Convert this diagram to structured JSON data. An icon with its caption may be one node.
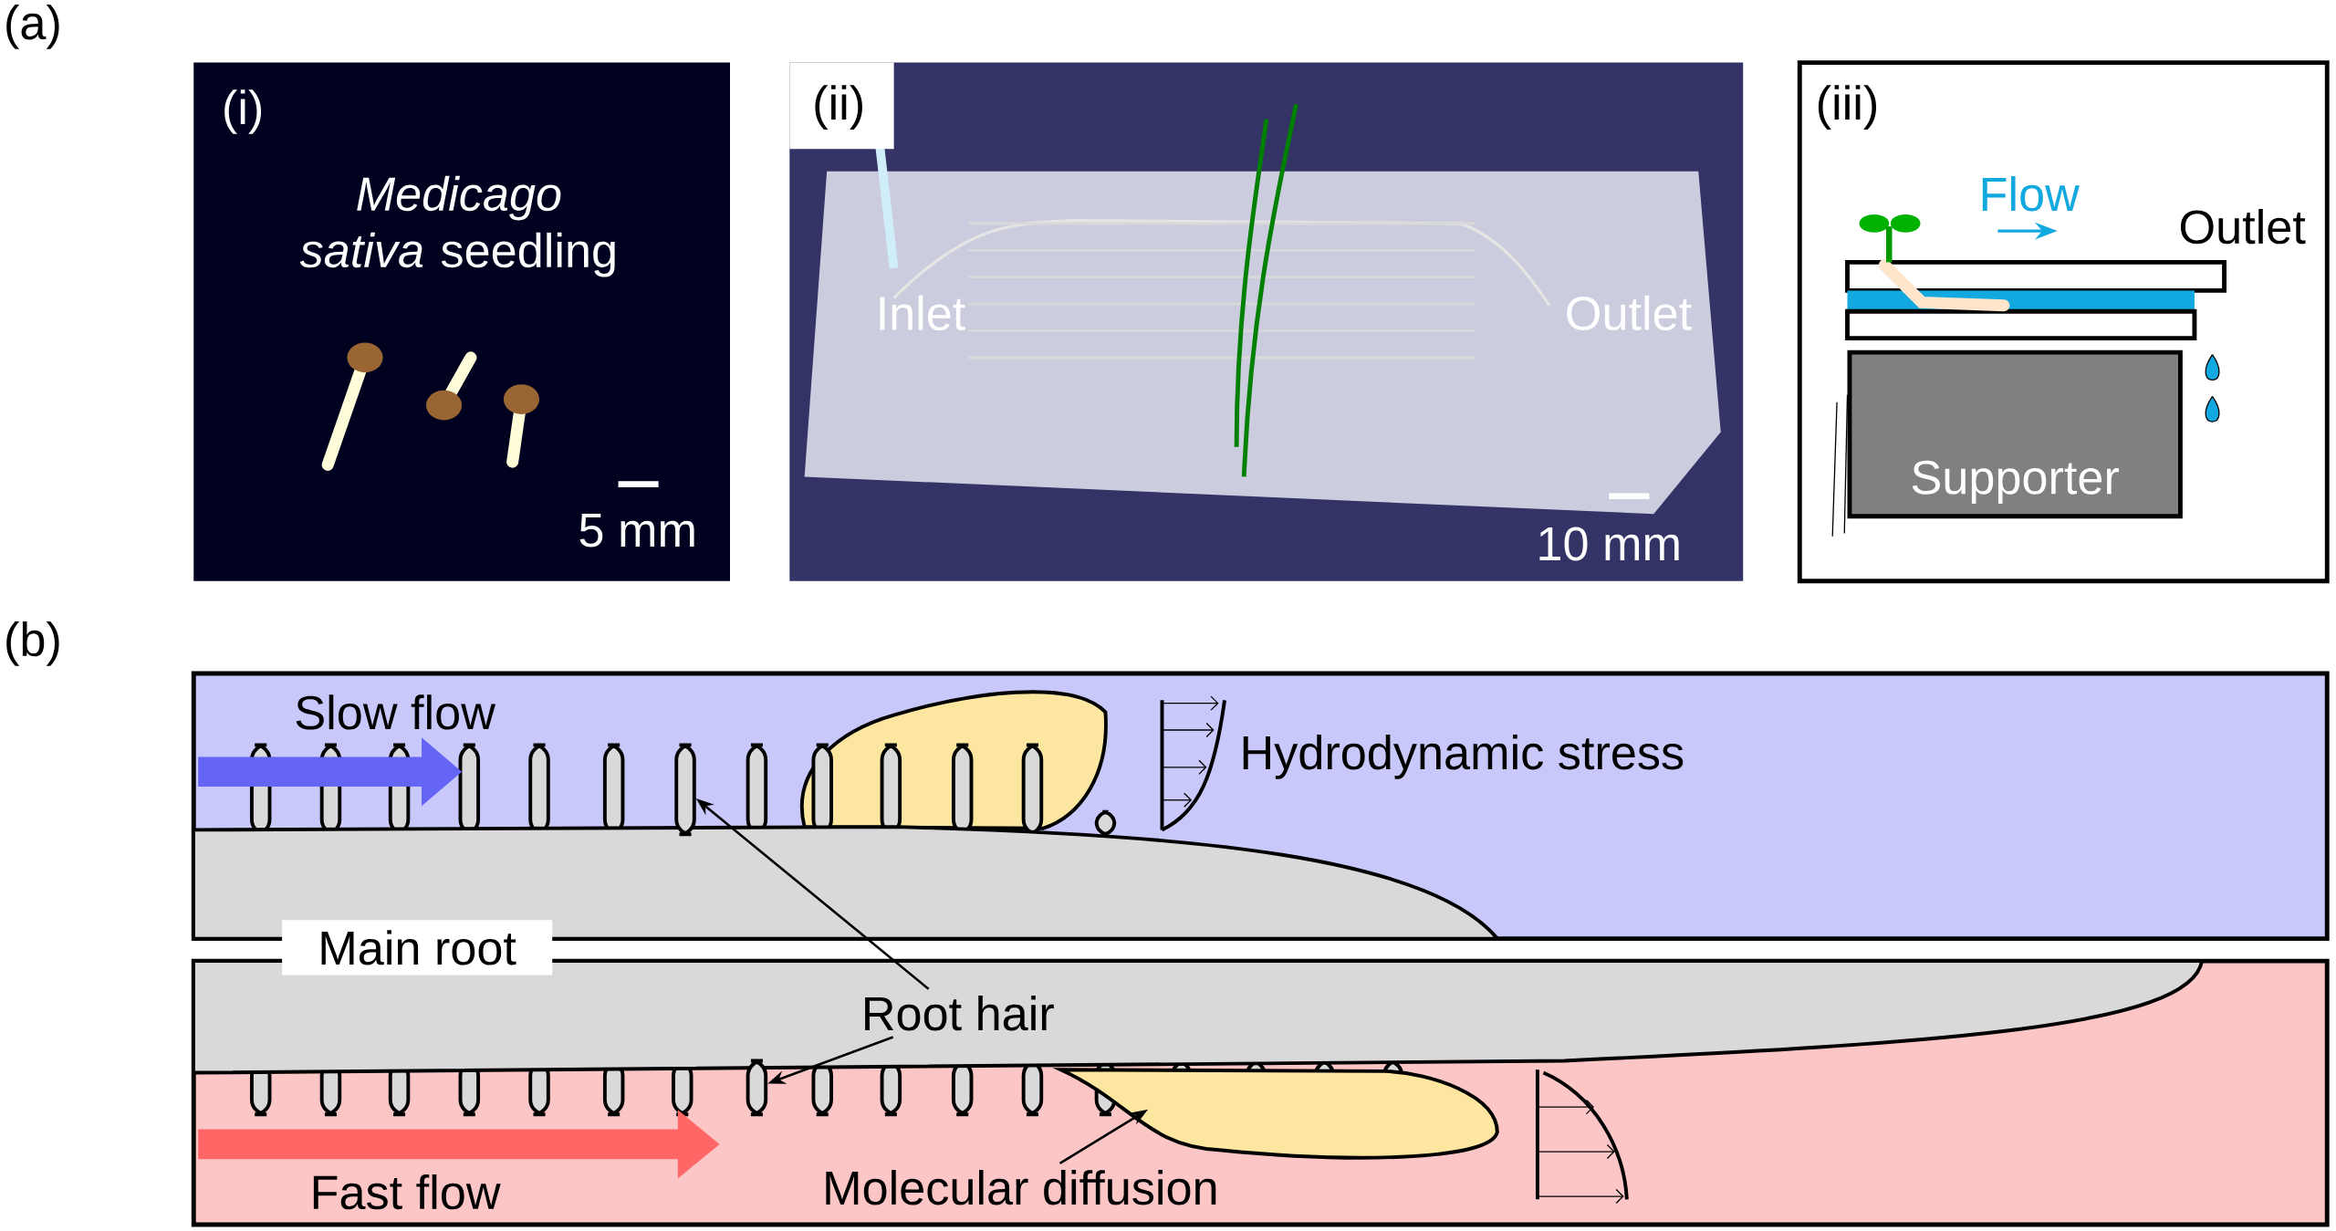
{
  "diagram": {
    "nodes": [
      {
        "text": [
          "Root hair"
        ]
      },
      {
        "text": [],
        "shape": "bar"
      },
      {
        "text": [],
        "shape": "bar"
      },
      {
        "text": [
          "Molecular diffusion"
        ]
      },
      {
        "text": [],
        "shape": "cloud"
      },
      {
        "text": [
          "Supporter"
        ]
      }
    ],
    "edges": [
      {
        "from": 0,
        "to": 1,
        "arrow": "to"
      },
      {
        "from": 0,
        "to": 2,
        "arrow": "to"
      },
      {
        "from": 3,
        "to": 4,
        "arrow": "to"
      }
    ],
    "labels": [
      "(a)",
      "(i)",
      "*Medicago sativa* seedling",
      "5 mm",
      "(ii)",
      "Inlet",
      "Outlet",
      "10 mm",
      "(iii)",
      "Flow",
      "Outlet",
      "(b)",
      "Slow flow",
      "Hydrodynamic stress",
      "Main root",
      "Fast flow"
    ]
  }
}
